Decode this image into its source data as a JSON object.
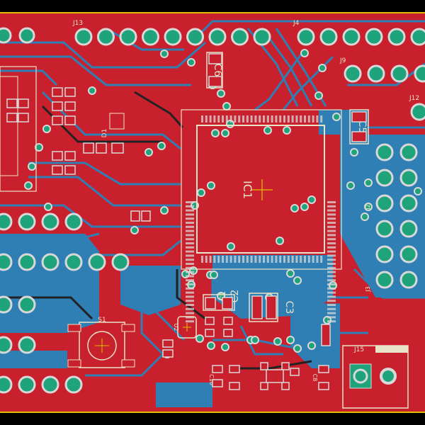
{
  "board": {
    "colors": {
      "frame": "#000000",
      "copper_top": "#c8202c",
      "copper_bottom": "#2f7fb5",
      "pad": "#d8d8d8",
      "drill": "#1fa37a",
      "silkscreen": "#e8e3c8",
      "marker": "#e0c000"
    },
    "labels": {
      "j13": "J13",
      "j4": "J4",
      "j9": "J9",
      "j12": "J12",
      "j3": "J3",
      "j2": "J2",
      "j15": "J15",
      "s1": "S1",
      "u2": "U2",
      "d1": "D1",
      "ic1": "IC1",
      "c1": "C1",
      "c2": "C2",
      "c3": "C3",
      "c5": "C5",
      "c6": "C6",
      "c8": "C8",
      "c10": "C10"
    }
  }
}
